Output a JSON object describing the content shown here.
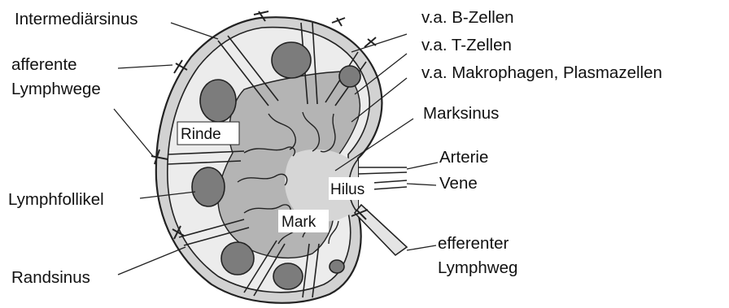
{
  "labels": {
    "intermediaersinus": "Intermediärsinus",
    "afferente_1": "afferente",
    "afferente_2": "Lymphwege",
    "rinde": "Rinde",
    "lymphfollikel": "Lymphfollikel",
    "randsinus": "Randsinus",
    "mark": "Mark",
    "hilus": "Hilus",
    "b_zellen": "v.a. B-Zellen",
    "t_zellen": "v.a. T-Zellen",
    "makrophagen": "v.a. Makrophagen, Plasmazellen",
    "marksinus": "Marksinus",
    "arterie": "Arterie",
    "vene": "Vene",
    "efferenter_1": "efferenter",
    "efferenter_2": "Lymphweg"
  },
  "colors": {
    "outline": "#222222",
    "capsule": "#d2d2d2",
    "cortex": "#ececec",
    "paracortex": "#b4b4b4",
    "follicle": "#7c7c7c",
    "medulla_center": "#d6d6d6",
    "background": "#ffffff"
  }
}
